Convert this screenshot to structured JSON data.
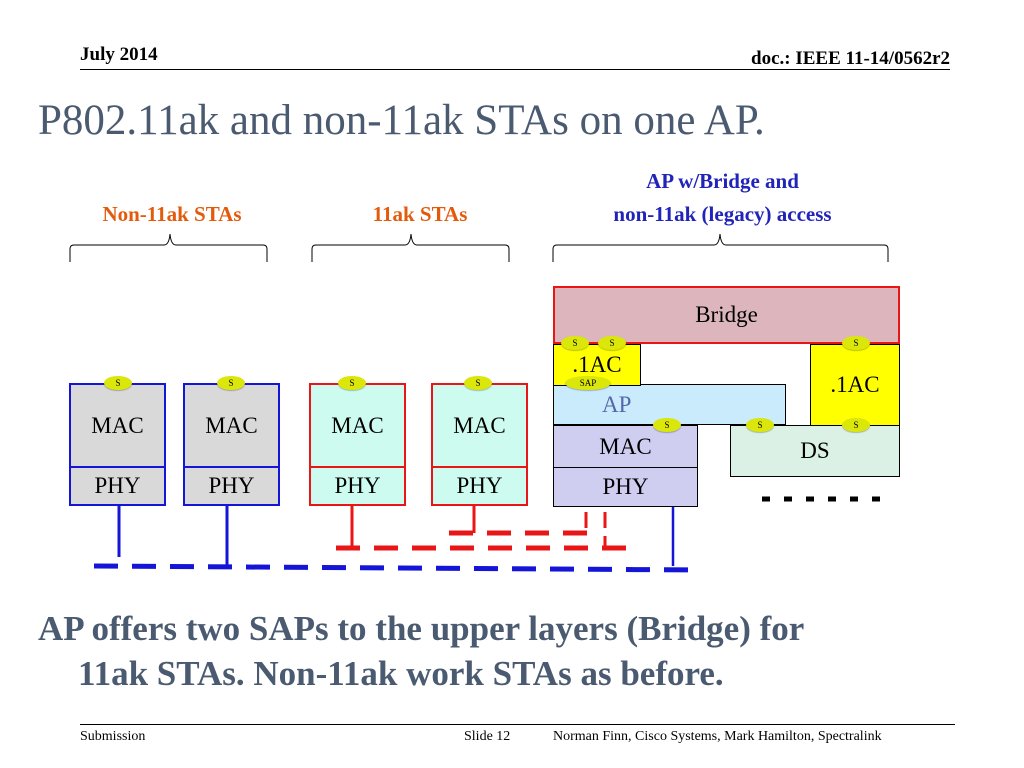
{
  "header": {
    "date": "July 2014",
    "doc": "doc.: IEEE 11-14/0562r2"
  },
  "title": "P802.11ak and non-11ak STAs on one AP.",
  "diagram": {
    "group_non11ak": "Non-11ak STAs",
    "group_11ak": "11ak STAs",
    "group_ap_line1": "AP w/Bridge and",
    "group_ap_line2": "non-11ak (legacy) access",
    "stations": [
      {
        "mac": "MAC",
        "phy": "PHY",
        "sap": "S"
      },
      {
        "mac": "MAC",
        "phy": "PHY",
        "sap": "S"
      },
      {
        "mac": "MAC",
        "phy": "PHY",
        "sap": "S"
      },
      {
        "mac": "MAC",
        "phy": "PHY",
        "sap": "S"
      }
    ],
    "ap": {
      "bridge": "Bridge",
      "dot1ac_left": ".1AC",
      "dot1ac_right": ".1AC",
      "ap_label": "AP",
      "mac": "MAC",
      "phy": "PHY",
      "ds": "DS",
      "sap_label": "SAP",
      "s": "S"
    },
    "colors": {
      "legacy_link": "#1515d8",
      "ak_link": "#e81616",
      "legacy_box_fill": "#d9d9d9",
      "ak_box_fill": "#cdfbef",
      "bridge_fill": "#dcb6bc",
      "dot1ac_fill": "#ffff00",
      "ap_fill": "#c9ebfb",
      "ap_macphy_fill": "#cfcdf0",
      "ds_fill": "#dcf1e6",
      "sap_fill": "#dbe60a"
    }
  },
  "body_text": {
    "line1": "AP offers two SAPs to the upper layers (Bridge) for",
    "line2": "11ak STAs.  Non-11ak work STAs as before."
  },
  "footer": {
    "left": "Submission",
    "slide": "Slide 12",
    "authors": "Norman Finn, Cisco Systems, Mark Hamilton, Spectralink"
  }
}
